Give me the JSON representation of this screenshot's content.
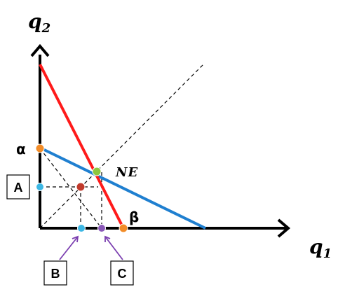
{
  "axes": {
    "y_label_main": "q",
    "y_label_sub": "2",
    "x_label_main": "q",
    "x_label_sub": "1"
  },
  "points": {
    "alpha": "α",
    "beta": "β",
    "equilibrium": "NE"
  },
  "boxes": {
    "a": "A",
    "b": "B",
    "c": "C"
  },
  "colors": {
    "red_line": "#ff1a1a",
    "blue_line": "#1f7fd0",
    "orange_point": "#f28c28",
    "green_point": "#8dc63f",
    "cyan_point": "#3db7e4",
    "purple_point": "#8a58b8",
    "red_point": "#c0392b",
    "arrow_purple": "#7b3fb0"
  }
}
